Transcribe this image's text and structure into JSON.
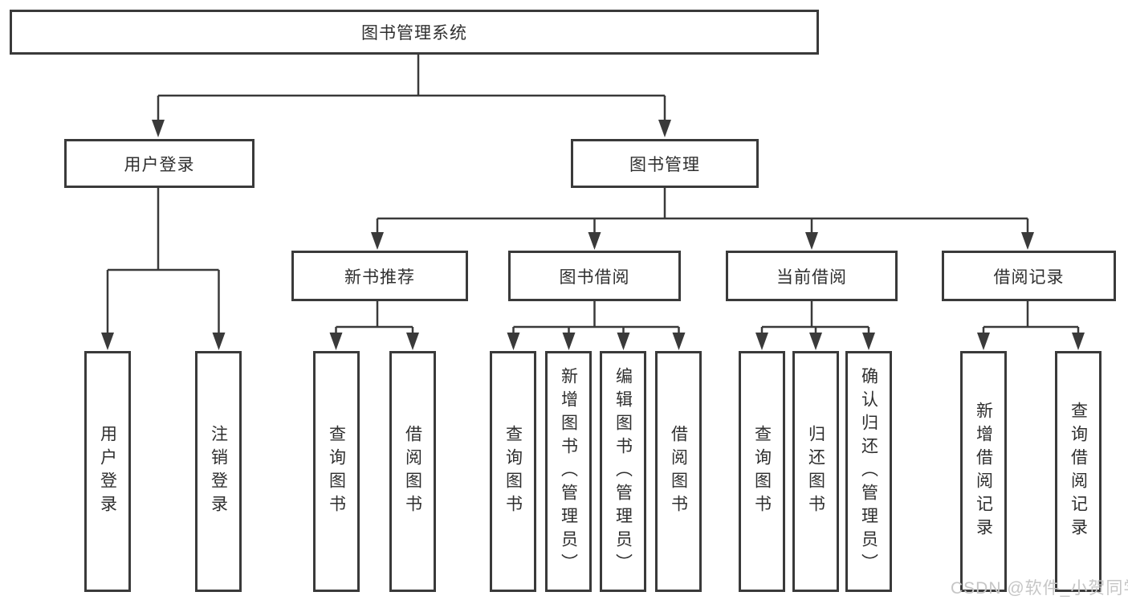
{
  "diagram": {
    "title": "图书管理系统",
    "nodes": {
      "root": "图书管理系统",
      "level2": {
        "user_login": "用户登录",
        "book_mgmt": "图书管理"
      },
      "level3": {
        "new_book_rec": "新书推荐",
        "book_borrow": "图书借阅",
        "current_borrow": "当前借阅",
        "borrow_records": "借阅记录"
      },
      "leaves": {
        "user_login": "用户登录",
        "logout": "注销登录",
        "rec_query_book": "查询图书",
        "rec_borrow_book": "借阅图书",
        "bb_query_book": "查询图书",
        "bb_add_book": "新增图书（管理员）",
        "bb_edit_book": "编辑图书（管理员）",
        "bb_borrow_book": "借阅图书",
        "cb_query_book": "查询图书",
        "cb_return_book": "归还图书",
        "cb_confirm_return": "确认归还（管理员）",
        "br_add_record": "新增借阅记录",
        "br_query_record": "查询借阅记录"
      }
    },
    "colors": {
      "line": "#3a3a3a",
      "box_border": "#3a3a3a",
      "text": "#2f2f2f",
      "background": "#ffffff",
      "watermark": "#c6c6c6"
    }
  },
  "watermark": "CSDN @软件_小贺同学"
}
